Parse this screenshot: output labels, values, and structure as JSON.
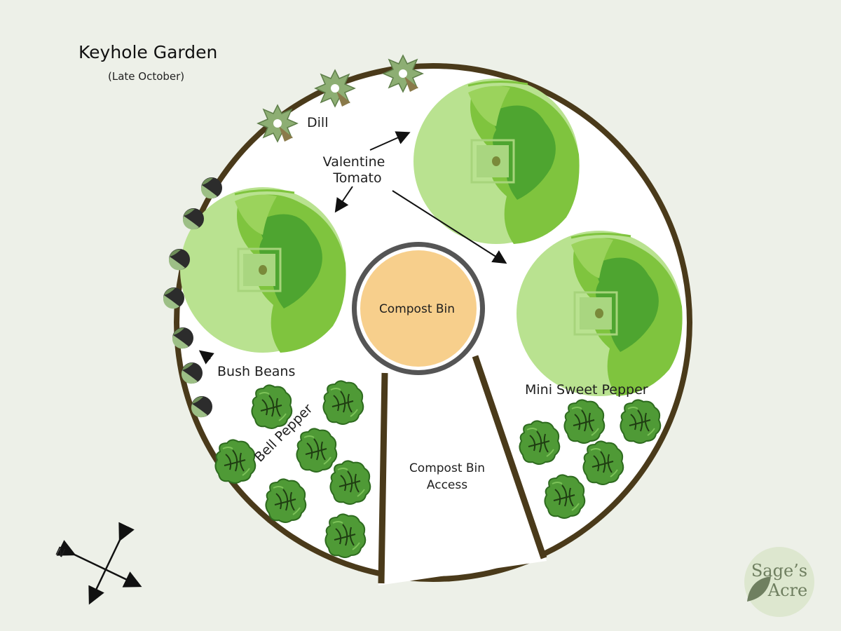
{
  "title": "Keyhole Garden",
  "subtitle": "(Late October)",
  "labels": {
    "dill": "Dill",
    "tomato_line1": "Valentine",
    "tomato_line2": "Tomato",
    "bush_beans": "Bush Beans",
    "bell_pepper": "Bell Pepper",
    "mini_sweet_pepper": "Mini Sweet Pepper",
    "compost_bin": "Compost Bin",
    "access_line1": "Compost Bin",
    "access_line2": "Access",
    "compass_n": "N"
  },
  "logo": {
    "line1": "Sage’s",
    "line2": "Acre"
  },
  "colors": {
    "background": "#edf0e8",
    "bed_fill": "#ffffff",
    "border": "#4a3a1a",
    "compost_fill": "#f7cf8c",
    "compost_ring": "#555555",
    "tomato_light": "#b9e290",
    "tomato_mid": "#7fc43e",
    "tomato_dark": "#4ea530",
    "pepper": "#4f9a36",
    "dill": "#8dae73",
    "logo_circle": "#dde7cf",
    "logo_text": "#6f7f60"
  },
  "icons": {
    "tomato": "tomato-plant-icon",
    "pepper": "pepper-plant-icon",
    "dill": "dill-plant-icon",
    "bean": "bush-bean-icon",
    "compass": "compass-icon",
    "leaf": "leaf-icon"
  }
}
